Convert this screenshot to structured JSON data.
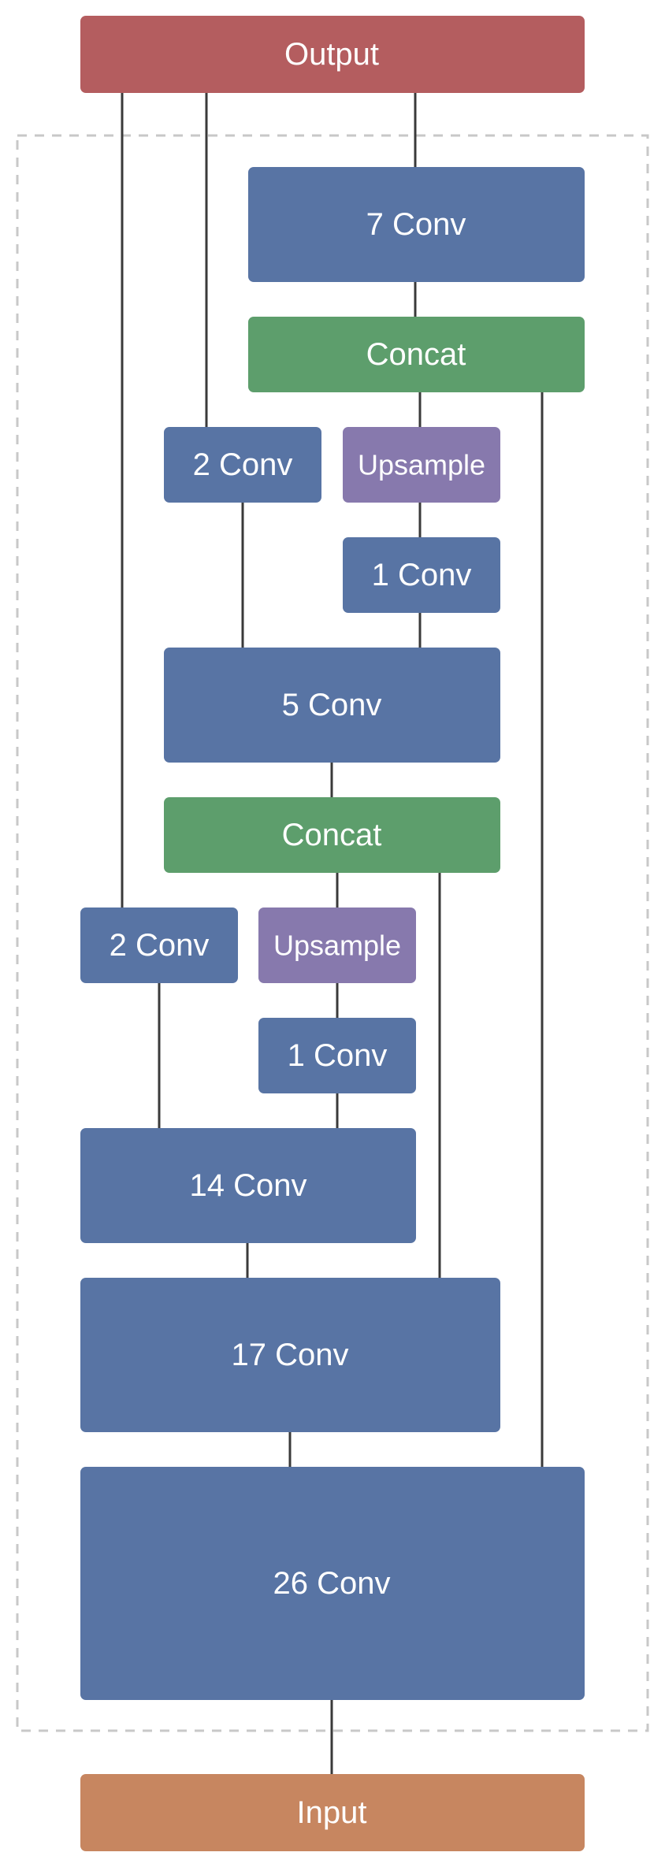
{
  "colors": {
    "conv": "#5874a4",
    "concat": "#5d9e6c",
    "upsample": "#8779ad",
    "output": "#b45d5f",
    "input": "#c78660",
    "line": "#3a3a3a",
    "dashed_border": "#c8c8c8"
  },
  "nodes": {
    "output": {
      "label": "Output",
      "kind": "output"
    },
    "conv7": {
      "label": "7 Conv",
      "kind": "conv"
    },
    "concat_top": {
      "label": "Concat",
      "kind": "concat"
    },
    "conv2_top": {
      "label": "2 Conv",
      "kind": "conv"
    },
    "upsample_top": {
      "label": "Upsample",
      "kind": "upsample"
    },
    "conv1_top": {
      "label": "1 Conv",
      "kind": "conv"
    },
    "conv5": {
      "label": "5 Conv",
      "kind": "conv"
    },
    "concat_mid": {
      "label": "Concat",
      "kind": "concat"
    },
    "conv2_mid": {
      "label": "2 Conv",
      "kind": "conv"
    },
    "upsample_mid": {
      "label": "Upsample",
      "kind": "upsample"
    },
    "conv1_mid": {
      "label": "1 Conv",
      "kind": "conv"
    },
    "conv14": {
      "label": "14 Conv",
      "kind": "conv"
    },
    "conv17": {
      "label": "17 Conv",
      "kind": "conv"
    },
    "conv26": {
      "label": "26 Conv",
      "kind": "conv"
    },
    "input": {
      "label": "Input",
      "kind": "input"
    }
  }
}
